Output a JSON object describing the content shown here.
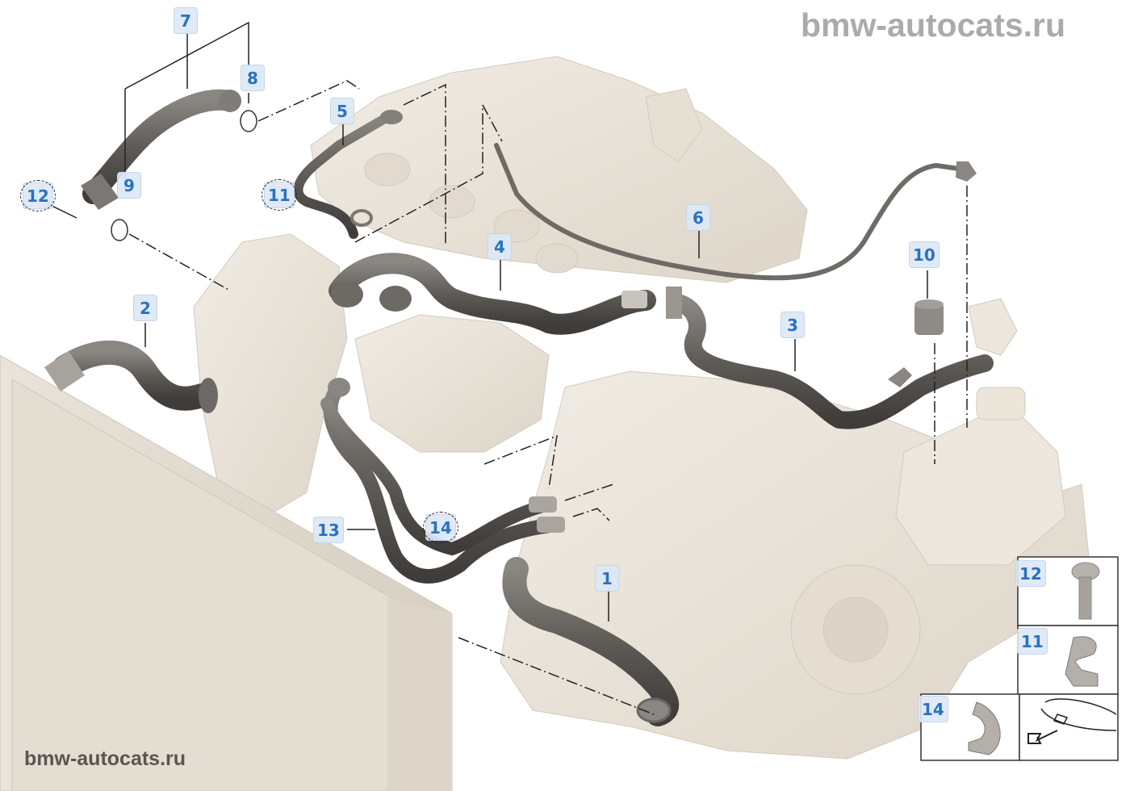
{
  "watermarks": {
    "top": "bmw-autocats.ru",
    "bottom": "bmw-autocats.ru"
  },
  "diagram": {
    "subject": "Engine cooling system coolant hoses exploded view",
    "colors": {
      "callout_text": "#2a72c0",
      "callout_bg": "#dce8f5",
      "engine_ghost": "#e9e3d8",
      "hose": "#5d5a56",
      "leader": "#222222"
    },
    "callouts": [
      {
        "id": "1",
        "part": "coolant hose lower"
      },
      {
        "id": "2",
        "part": "coolant hose radiator"
      },
      {
        "id": "3",
        "part": "coolant hose expansion tank"
      },
      {
        "id": "4",
        "part": "coolant hose upper"
      },
      {
        "id": "5",
        "part": "coolant line cylinder head"
      },
      {
        "id": "6",
        "part": "vent line"
      },
      {
        "id": "7",
        "part": "coolant pipe"
      },
      {
        "id": "8",
        "part": "o-ring"
      },
      {
        "id": "9",
        "part": "o-ring"
      },
      {
        "id": "10",
        "part": "cap"
      },
      {
        "id": "11",
        "part": "clip"
      },
      {
        "id": "12",
        "part": "screw"
      },
      {
        "id": "13",
        "part": "coolant line turbo"
      },
      {
        "id": "14",
        "part": "holder"
      }
    ],
    "inset": {
      "items": [
        {
          "id": "12",
          "icon": "screw-icon"
        },
        {
          "id": "11",
          "icon": "clip-icon"
        },
        {
          "id": "14",
          "icon": "holder-icon"
        },
        {
          "id": "",
          "icon": "vehicle-front-direction-icon"
        }
      ]
    }
  }
}
